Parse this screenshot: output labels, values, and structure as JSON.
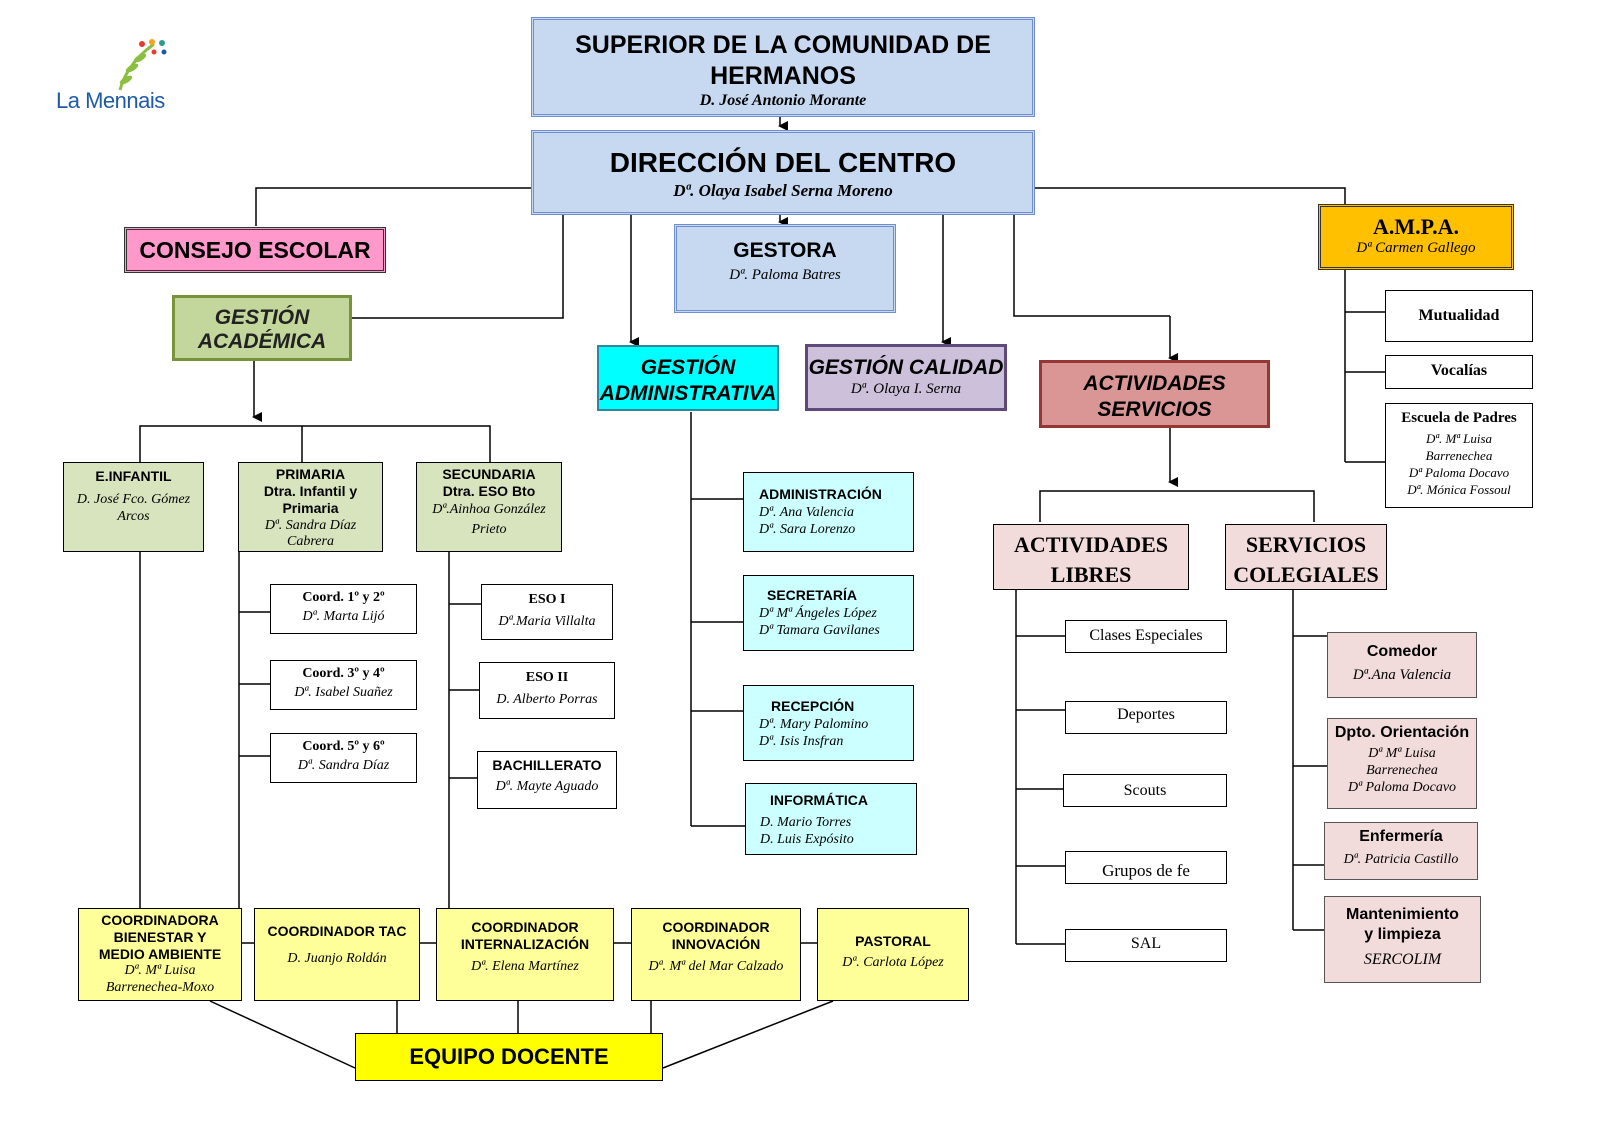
{
  "logo": {
    "name": "La Mennais"
  },
  "superior": {
    "title_1": "SUPERIOR DE LA COMUNIDAD DE",
    "title_2": "HERMANOS",
    "person": "D. José Antonio Morante"
  },
  "direccion": {
    "title": "DIRECCIÓN DEL CENTRO",
    "person": "Dª.  Olaya Isabel Serna Moreno"
  },
  "consejo": {
    "title": "CONSEJO ESCOLAR"
  },
  "gestora": {
    "title": "GESTORA",
    "person": "Dª.  Paloma Batres"
  },
  "ampa": {
    "title": "A.M.P.A.",
    "person": "Dª Carmen Gallego"
  },
  "ampa_items": {
    "mutualidad": "Mutualidad",
    "vocalias": "Vocalías",
    "escuela": {
      "title": "Escuela de Padres",
      "p1": "Dª. Mª Luisa",
      "p2": "Barrenechea",
      "p3": "Dª Paloma Docavo",
      "p4": "Dª. Mónica Fossoul"
    }
  },
  "gestion_academica": {
    "line1": "GESTIÓN",
    "line2": "ACADÉMICA"
  },
  "gestion_administrativa": {
    "line1": "GESTIÓN",
    "line2": "ADMINISTRATIVA"
  },
  "gestion_calidad": {
    "title": "GESTIÓN  CALIDAD",
    "person": "Dª. Olaya I. Serna"
  },
  "actividades_servicios": {
    "line1": "ACTIVIDADES",
    "line2": "SERVICIOS"
  },
  "infantil": {
    "title": "E.INFANTIL",
    "p1": "D. José Fco. Gómez",
    "p2": "Arcos"
  },
  "primaria": {
    "t1": "PRIMARIA",
    "t2": "Dtra. Infantil y",
    "t3": "Primaria",
    "p1": "Dª. Sandra Díaz",
    "p2": "Cabrera"
  },
  "secundaria": {
    "t1": "SECUNDARIA",
    "t2": "Dtra. ESO Bto",
    "p1": "Dª.Ainhoa González",
    "p2": "Prieto"
  },
  "coords_primaria": [
    {
      "title": "Coord. 1º y 2º",
      "person": "Dª. Marta Lijó"
    },
    {
      "title": "Coord. 3º y 4º",
      "person": "Dª. Isabel Suañez"
    },
    {
      "title": "Coord.  5º y  6º",
      "person": "Dª. Sandra Díaz"
    }
  ],
  "secundaria_items": [
    {
      "title": "ESO I",
      "person": "Dª.Maria Villalta"
    },
    {
      "title": "ESO II",
      "person": "D. Alberto Porras"
    },
    {
      "title": "BACHILLERATO",
      "person": "Dª. Mayte Aguado"
    }
  ],
  "admin_items": [
    {
      "title": "ADMINISTRACIÓN",
      "p1": "Dª. Ana Valencia",
      "p2": "Dª. Sara Lorenzo"
    },
    {
      "title": "SECRETARÍA",
      "p1": "Dª Mª Ángeles López",
      "p2": "Dª Tamara Gavilanes"
    },
    {
      "title": "RECEPCIÓN",
      "p1": "Dª. Mary Palomino",
      "p2": "Dª. Isis Insfran"
    },
    {
      "title": "INFORMÁTICA",
      "p1": "D. Mario Torres",
      "p2": "D. Luis Expósito"
    }
  ],
  "actividades_libres": {
    "line1": "ACTIVIDADES",
    "line2": "LIBRES"
  },
  "servicios_colegiales": {
    "line1": "SERVICIOS",
    "line2": "COLEGIALES"
  },
  "libres_items": [
    "Clases Especiales",
    "Deportes",
    "Scouts",
    "Grupos de fe",
    "SAL"
  ],
  "servicios_items": {
    "comedor": {
      "title": "Comedor",
      "p1": "Dª.Ana Valencia"
    },
    "orientacion": {
      "title": "Dpto. Orientación",
      "p1": "Dª Mª Luisa",
      "p2": "Barrenechea",
      "p3": "Dª Paloma Docavo"
    },
    "enfermeria": {
      "title": "Enfermería",
      "p1": "Dª. Patricia Castillo"
    },
    "mantenimiento": {
      "t1": "Mantenimiento",
      "t2": "y limpieza",
      "p1": "SERCOLIM"
    }
  },
  "coordinadores": [
    {
      "t1": "COORDINADORA",
      "t2": "BIENESTAR Y",
      "t3": "MEDIO AMBIENTE",
      "p1": "Dª. Mª Luisa",
      "p2": "Barrenechea-Moxo"
    },
    {
      "t1": "COORDINADOR TAC",
      "p1": "D. Juanjo Roldán"
    },
    {
      "t1": "COORDINADOR",
      "t2": "INTERNALIZACIÓN",
      "p1": "Dª. Elena Martínez"
    },
    {
      "t1": "COORDINADOR",
      "t2": "INNOVACIÓN",
      "p1": "Dª. Mª del Mar Calzado"
    },
    {
      "t1": "PASTORAL",
      "p1": "Dª. Carlota López"
    }
  ],
  "equipo": {
    "title": "EQUIPO DOCENTE"
  },
  "colors": {
    "blue": "#c6d9f1",
    "pink": "#ff99cc",
    "green": "#c3d69b",
    "cyan": "#00ffff",
    "lavender": "#ccc0da",
    "rose": "#da9694",
    "amber": "#ffc000",
    "lightgreen": "#d7e4bd",
    "lightcyan": "#ccffff",
    "lightrose": "#f2dcdb",
    "yellowbox": "#ffff99",
    "yellow": "#ffff00"
  }
}
